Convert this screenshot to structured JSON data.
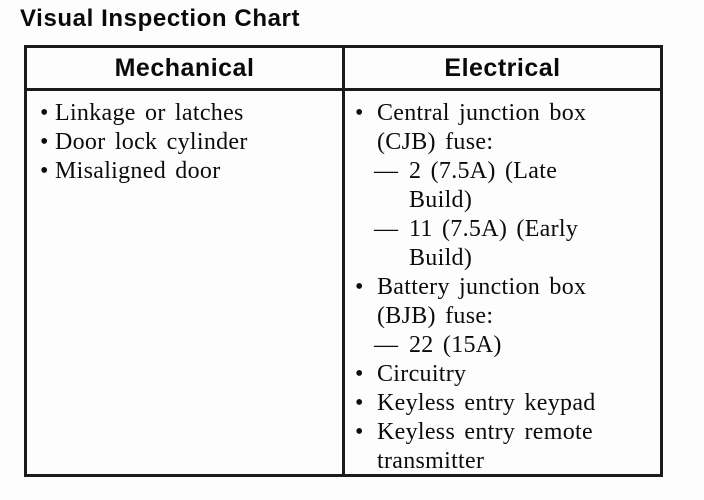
{
  "page": {
    "title": "Visual Inspection Chart"
  },
  "glyphs": {
    "bullet": "•",
    "dash": "—"
  },
  "table": {
    "columns": [
      {
        "header": "Mechanical",
        "items": [
          {
            "text": "Linkage or latches"
          },
          {
            "text": "Door lock cylinder"
          },
          {
            "text": "Misaligned door"
          }
        ]
      },
      {
        "header": "Electrical",
        "items": [
          {
            "text": "Central junction box\n(CJB) fuse:",
            "subitems": [
              "2 (7.5A) (Late\nBuild)",
              "11 (7.5A) (Early\nBuild)"
            ]
          },
          {
            "text": "Battery junction box\n(BJB) fuse:",
            "subitems": [
              "22 (15A)"
            ]
          },
          {
            "text": "Circuitry"
          },
          {
            "text": "Keyless entry keypad"
          },
          {
            "text": "Keyless entry remote\ntransmitter"
          }
        ]
      }
    ]
  }
}
